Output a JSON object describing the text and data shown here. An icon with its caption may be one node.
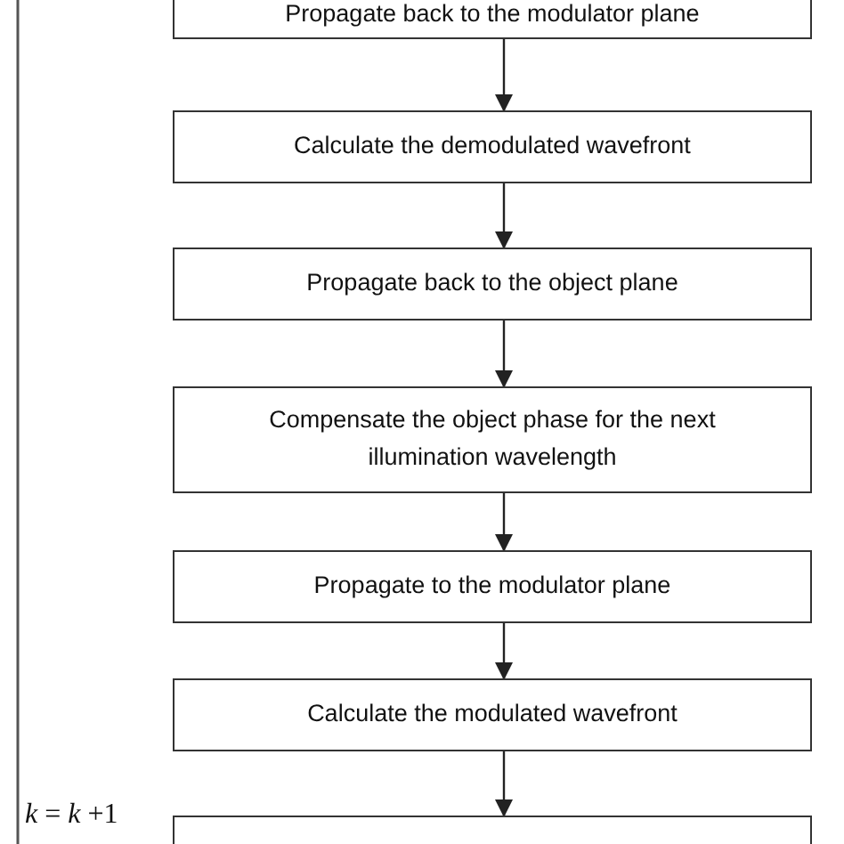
{
  "diagram": {
    "nodes": [
      {
        "text": [
          "Propagate back to the modulator plane"
        ]
      },
      {
        "text": [
          "Calculate the demodulated wavefront"
        ]
      },
      {
        "text": [
          "Propagate back to the object plane"
        ]
      },
      {
        "text": [
          "Compensate the object phase for the next illumination wavelength"
        ]
      },
      {
        "text": [
          "Propagate to the modulator plane"
        ]
      },
      {
        "text": [
          "Calculate the modulated wavefront"
        ]
      },
      {
        "text": [],
        "shape": "box"
      }
    ],
    "edges": [
      {
        "from": 0,
        "to": 1,
        "arrow": "to"
      },
      {
        "from": 1,
        "to": 2,
        "arrow": "to"
      },
      {
        "from": 2,
        "to": 3,
        "arrow": "to"
      },
      {
        "from": 3,
        "to": 4,
        "arrow": "to"
      },
      {
        "from": 4,
        "to": 5,
        "arrow": "to"
      },
      {
        "from": 5,
        "to": 6,
        "arrow": "to"
      }
    ],
    "labels": [
      "*k* = *k* +1"
    ]
  }
}
